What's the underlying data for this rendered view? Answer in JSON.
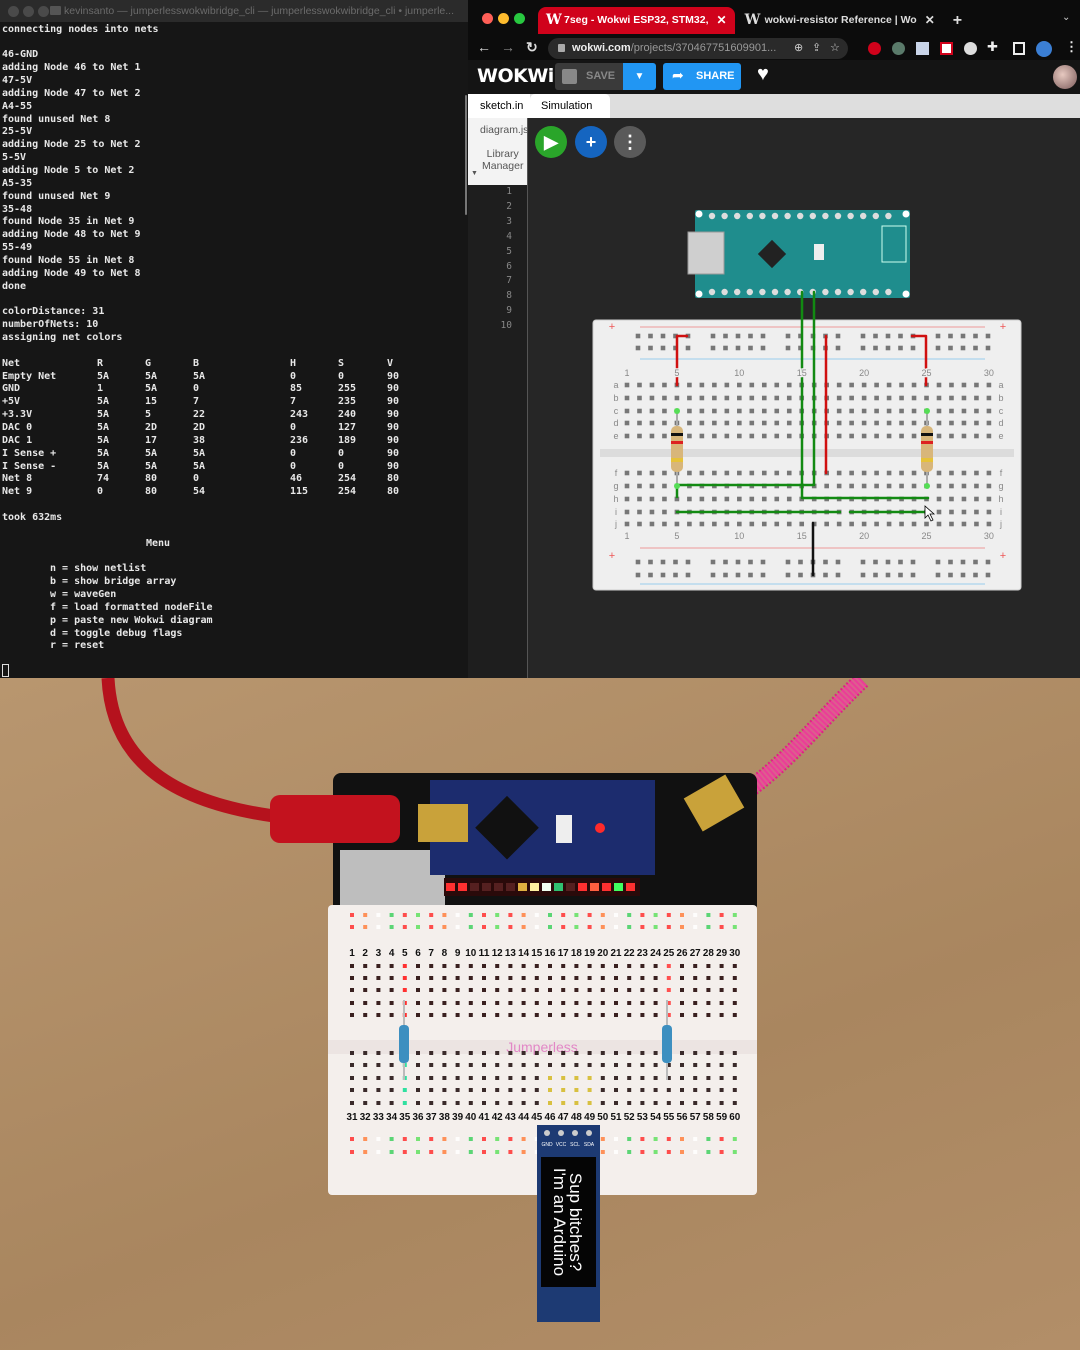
{
  "terminal": {
    "title": "kevinsanto — jumperlesswokwibridge_cli — jumperlesswokwibridge_cli • jumperle...",
    "lines_top": [
      "connecting nodes into nets",
      "",
      "46-GND",
      "adding Node 46 to Net 1",
      "47-5V",
      "adding Node 47 to Net 2",
      "A4-55",
      "found unused Net 8",
      "25-5V",
      "adding Node 25 to Net 2",
      "5-5V",
      "adding Node 5 to Net 2",
      "A5-35",
      "found unused Net 9",
      "35-48",
      "found Node 35 in Net 9",
      "adding Node 48 to Net 9",
      "55-49",
      "found Node 55 in Net 8",
      "adding Node 49 to Net 8",
      "done",
      "",
      "colorDistance: 31",
      "numberOfNets: 10",
      "assigning net colors"
    ],
    "table": {
      "headers": [
        "Net",
        "R",
        "G",
        "B",
        "H",
        "S",
        "V"
      ],
      "rows": [
        [
          "Empty Net",
          "5A",
          "5A",
          "5A",
          "0",
          "0",
          "90"
        ],
        [
          "GND",
          "1",
          "5A",
          "0",
          "85",
          "255",
          "90"
        ],
        [
          "+5V",
          "5A",
          "15",
          "7",
          "7",
          "235",
          "90"
        ],
        [
          "+3.3V",
          "5A",
          "5",
          "22",
          "243",
          "240",
          "90"
        ],
        [
          "DAC 0",
          "5A",
          "2D",
          "2D",
          "0",
          "127",
          "90"
        ],
        [
          "DAC 1",
          "5A",
          "17",
          "38",
          "236",
          "189",
          "90"
        ],
        [
          "I Sense +",
          "5A",
          "5A",
          "5A",
          "0",
          "0",
          "90"
        ],
        [
          "I Sense -",
          "5A",
          "5A",
          "5A",
          "0",
          "0",
          "90"
        ],
        [
          "Net 8",
          "74",
          "80",
          "0",
          "46",
          "254",
          "80"
        ],
        [
          "Net 9",
          "0",
          "80",
          "54",
          "115",
          "254",
          "80"
        ]
      ]
    },
    "took": "took 632ms",
    "menu_title": "Menu",
    "menu_items": [
      "n = show netlist",
      "b = show bridge array",
      "w = waveGen",
      "f = load formatted nodeFile",
      "p = paste new Wokwi diagram",
      "d = toggle debug flags",
      "r = reset"
    ]
  },
  "browser": {
    "tabs": [
      {
        "label": "7seg - Wokwi ESP32, STM32,",
        "active": true
      },
      {
        "label": "wokwi-resistor Reference | Wo",
        "active": false
      }
    ],
    "new_tab": "+",
    "url_host": "wokwi.com",
    "url_path": "/projects/370467751609901...",
    "accent_red": "#d0021b"
  },
  "wokwi": {
    "logo": "WOKWi",
    "save_label": "SAVE",
    "share_label": "SHARE",
    "accent_blue": "#2196f3",
    "editor_tabs": [
      "sketch.in",
      "Simulation"
    ],
    "files": [
      "diagram.js",
      "Library\nManager"
    ],
    "line_numbers": [
      "1",
      "2",
      "3",
      "4",
      "5",
      "6",
      "7",
      "8",
      "9",
      "10"
    ],
    "breadboard": {
      "col_labels": [
        "1",
        "5",
        "10",
        "15",
        "20",
        "25",
        "30"
      ],
      "row_labels_top": [
        "a",
        "b",
        "c",
        "d",
        "e"
      ],
      "row_labels_bottom": [
        "f",
        "g",
        "h",
        "i",
        "j"
      ]
    }
  },
  "photo": {
    "oled_line1": "Sup bitches?",
    "oled_line2": "I'm an Arduino",
    "oled_pins": [
      "GND",
      "VCC",
      "SCL",
      "SDA"
    ],
    "breadboard_logo": "Jumperless"
  }
}
